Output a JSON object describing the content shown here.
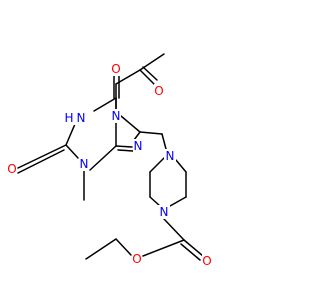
{
  "molecule": {
    "colors": {
      "bond": "#000000",
      "oxygen": "#ff0000",
      "nitrogen": "#0000ff",
      "background": "#ffffff"
    },
    "atom_labels": [
      {
        "id": "o_top",
        "text": "O",
        "element": "O"
      },
      {
        "id": "o_ketone",
        "text": "O",
        "element": "O"
      },
      {
        "id": "nh_ring",
        "text": "N",
        "element": "N"
      },
      {
        "id": "h_nh",
        "text": "H",
        "element": "N"
      },
      {
        "id": "n7",
        "text": "N",
        "element": "N"
      },
      {
        "id": "o_left",
        "text": "O",
        "element": "O"
      },
      {
        "id": "n8",
        "text": "N",
        "element": "N"
      },
      {
        "id": "n3",
        "text": "N",
        "element": "N"
      },
      {
        "id": "n_pip_top",
        "text": "N",
        "element": "N"
      },
      {
        "id": "n_pip_bottom",
        "text": "N",
        "element": "N"
      },
      {
        "id": "o_carbonyl",
        "text": "O",
        "element": "O"
      },
      {
        "id": "o_ester",
        "text": "O",
        "element": "O"
      }
    ]
  }
}
